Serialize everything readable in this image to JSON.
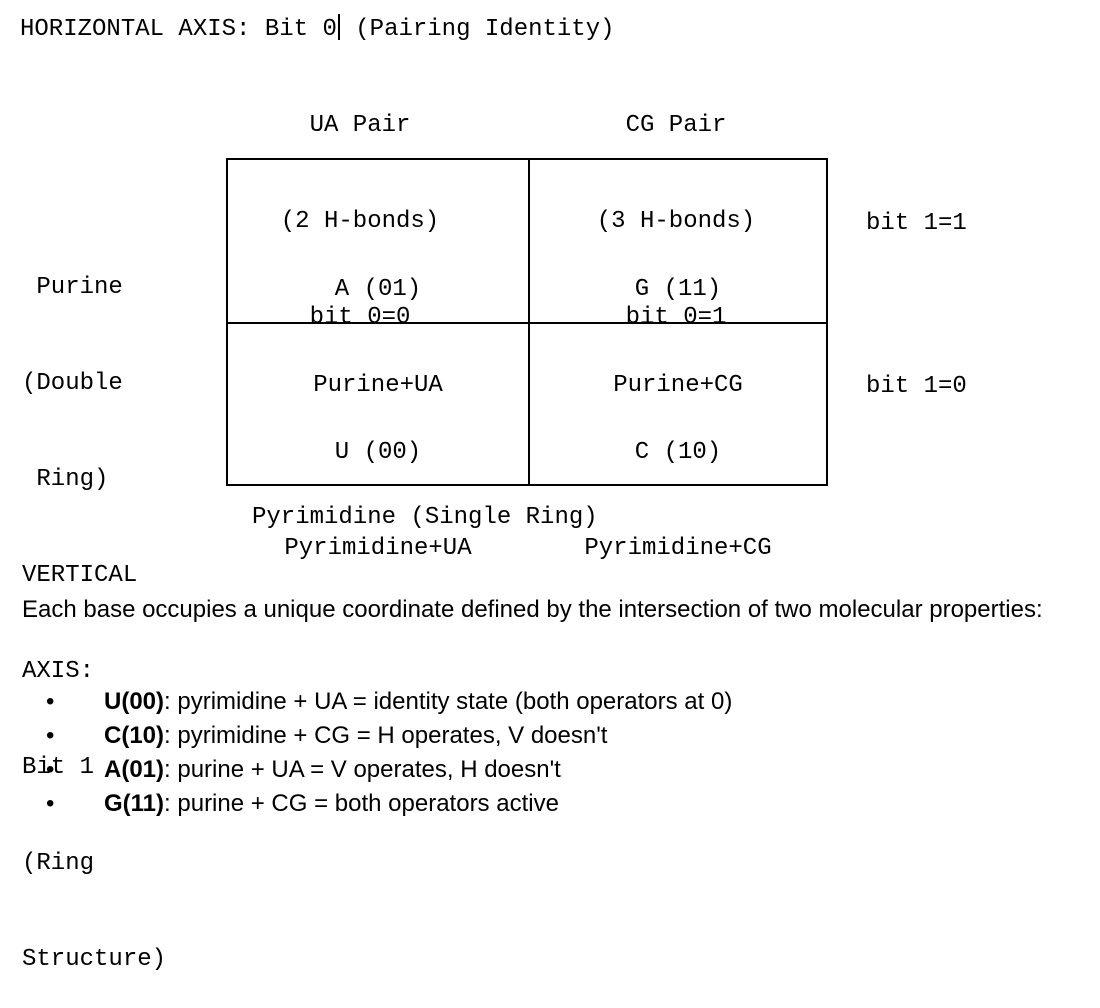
{
  "horizontal_axis": {
    "label_prefix": "HORIZONTAL AXIS: Bit 0",
    "label_suffix": " (Pairing Identity)",
    "col_ua": [
      "UA Pair",
      "(2 H-bonds)",
      "bit 0=0"
    ],
    "col_cg": [
      "CG Pair",
      "(3 H-bonds)",
      "bit 0=1"
    ]
  },
  "vertical_axis": {
    "left_lines": [
      " Purine",
      "(Double",
      " Ring)",
      "VERTICAL",
      "AXIS:",
      "Bit 1",
      "(Ring",
      "Structure)"
    ],
    "row_top_bit": "bit 1=1",
    "row_bottom_bit": "bit 1=0"
  },
  "cells": {
    "a": {
      "code": "A (01)",
      "desc": "Purine+UA"
    },
    "g": {
      "code": "G (11)",
      "desc": "Purine+CG"
    },
    "u": {
      "code": "U (00)",
      "desc": "Pyrimidine+UA"
    },
    "c": {
      "code": "C (10)",
      "desc": "Pyrimidine+CG"
    }
  },
  "bottom_label": "Pyrimidine (Single Ring)",
  "paragraph": "Each base occupies a unique coordinate defined by the intersection of two molecular properties:",
  "bullets": [
    {
      "term": "U(00)",
      "text": ": pyrimidine + UA = identity state (both operators at 0)"
    },
    {
      "term": "C(10)",
      "text": ": pyrimidine + CG = H operates, V doesn't"
    },
    {
      "term": "A(01)",
      "text": ": purine + UA = V operates, H doesn't"
    },
    {
      "term": "G(11)",
      "text": ": purine + CG = both operators active"
    }
  ],
  "bullet_glyph": "•"
}
